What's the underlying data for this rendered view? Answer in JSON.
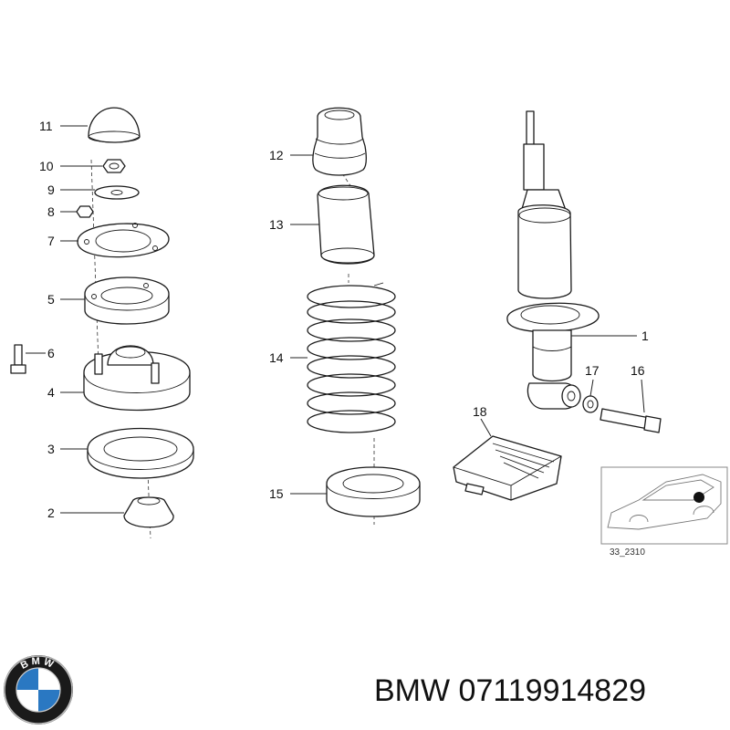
{
  "callouts": [
    "11",
    "10",
    "9",
    "8",
    "7",
    "5",
    "6",
    "4",
    "3",
    "2",
    "12",
    "13",
    "14",
    "15",
    "1",
    "17",
    "16",
    "18"
  ],
  "inset": {
    "reference": "33_2310"
  },
  "brand": {
    "name": "BMW",
    "part_number": "07119914829",
    "logo_letters": "BMW"
  },
  "colors": {
    "line": "#1a1a1a",
    "logo_blue": "#2a78c2",
    "logo_ring": "#1a1a1a"
  }
}
